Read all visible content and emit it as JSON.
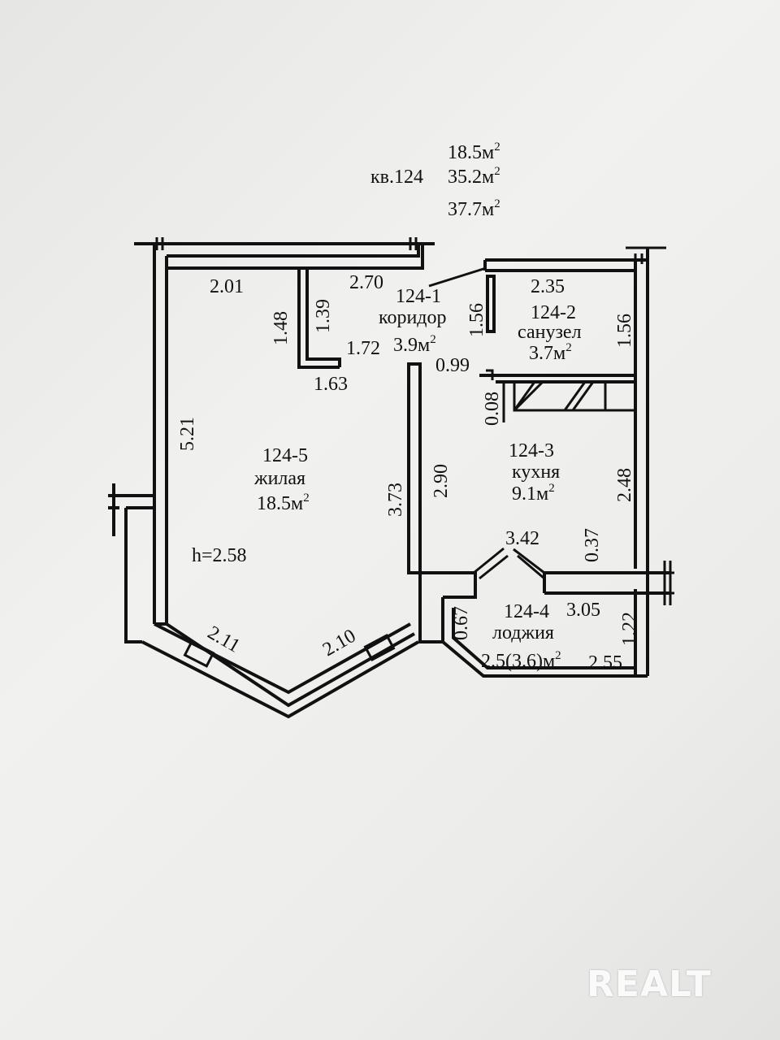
{
  "header": {
    "apartment": "кв.124",
    "area_living": "18.5м",
    "area_total": "35.2м",
    "area_with_loggia": "37.7м",
    "sup": "2"
  },
  "rooms": {
    "corridor": {
      "code": "124-1",
      "name": "коридор",
      "area": "3.9м"
    },
    "bathroom": {
      "code": "124-2",
      "name": "санузел",
      "area": "3.7м"
    },
    "kitchen": {
      "code": "124-3",
      "name": "кухня",
      "area": "9.1м"
    },
    "loggia": {
      "code": "124-4",
      "name": "лоджия",
      "area": "2.5(3.6)м"
    },
    "living": {
      "code": "124-5",
      "name": "жилая",
      "area": "18.5м"
    }
  },
  "height": "h=2.58",
  "dims": {
    "d201": "2.01",
    "d270": "2.70",
    "d148": "1.48",
    "d139": "1.39",
    "d172": "1.72",
    "d163": "1.63",
    "d156a": "1.56",
    "d235": "2.35",
    "d156b": "1.56",
    "d099": "0.99",
    "d008": "0.08",
    "d521": "5.21",
    "d373": "3.73",
    "d290": "2.90",
    "d248": "2.48",
    "d342": "3.42",
    "d037": "0.37",
    "d067": "0.67",
    "d305": "3.05",
    "d122": "1.22",
    "d255": "2.55",
    "d211": "2.11",
    "d210": "2.10"
  },
  "watermark": "REALT"
}
